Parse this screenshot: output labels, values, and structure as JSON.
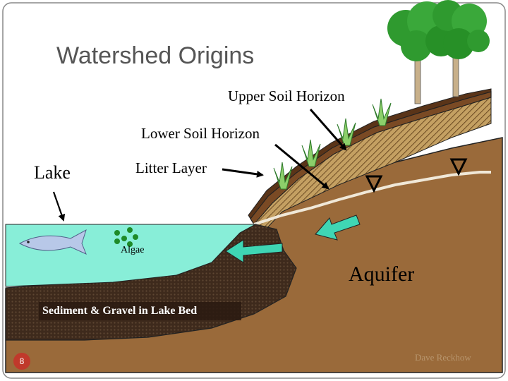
{
  "title": "Watershed Origins",
  "labels": {
    "upper_soil_horizon": "Upper Soil Horizon",
    "lower_soil_horizon": "Lower Soil Horizon",
    "litter_layer": "Litter Layer",
    "lake": "Lake",
    "algae": "Algae",
    "aquifer": "Aquifer",
    "sediment": "Sediment & Gravel in Lake Bed"
  },
  "credit": "Dave Reckhow",
  "slide_number": "8",
  "colors": {
    "soil": "#9a6a3a",
    "lake": "#88eed8",
    "sediment": "#3e2a1c",
    "subsoil_hatch": "#c4a062",
    "litter": "#7a4a24",
    "flow_arrow": "#3fd6b4",
    "water_table": "#f0e8d8",
    "tree_foliage": "#2f9a2f",
    "grass": "#5aa84a",
    "algae": "#1e8a28",
    "fish": "#b8c8e8"
  }
}
